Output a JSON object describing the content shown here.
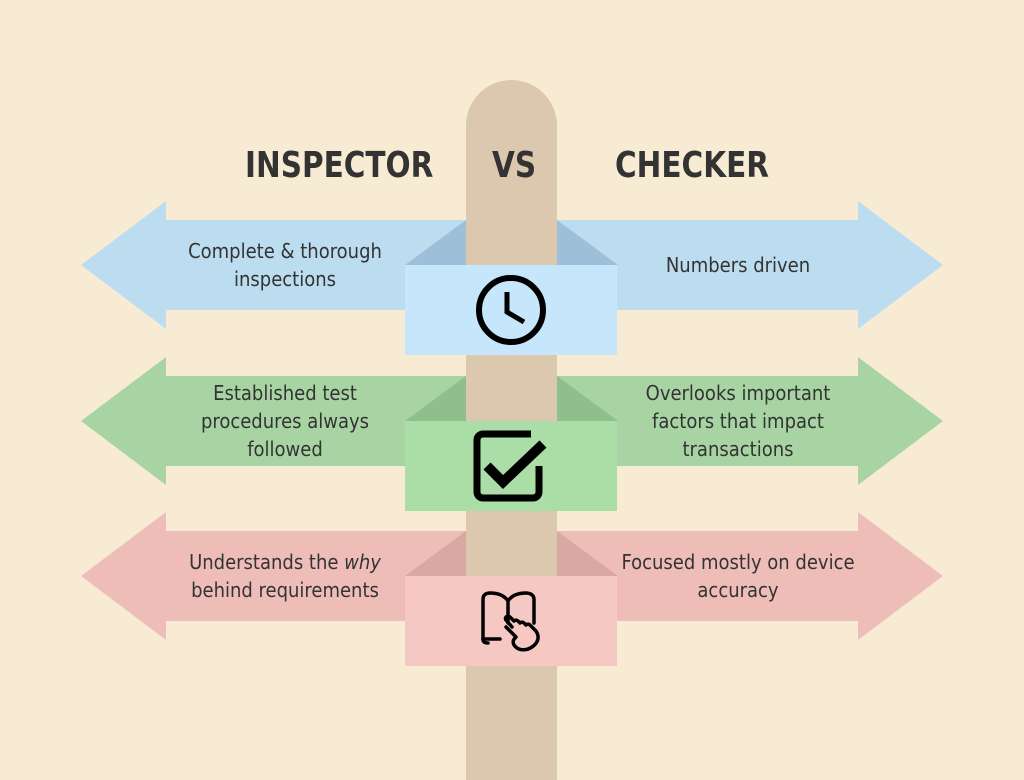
{
  "header": {
    "left_title": "INSPECTOR",
    "center_title": "VS",
    "right_title": "CHECKER"
  },
  "colors": {
    "background": "#f7ecd3",
    "post": "#dbc8ae",
    "text": "#333333",
    "blue_band": "#bcdcf0",
    "blue_fold": "#9dc0d8",
    "blue_icon_box": "#c6e6fc",
    "green_band": "#a8d4a4",
    "green_fold": "#8fbf8a",
    "green_icon_box": "#abdea6",
    "pink_band": "#efbdb8",
    "pink_fold": "#d9a8a3",
    "pink_icon_box": "#f6c8c4"
  },
  "rows": [
    {
      "icon": "clock-icon",
      "inspector": "Complete & thorough inspections",
      "checker": "Numbers driven"
    },
    {
      "icon": "checkbox-checked-icon",
      "inspector": "Established test procedures always followed",
      "checker": "Overlooks important factors that impact transactions"
    },
    {
      "icon": "book-pointer-icon",
      "inspector_pre": "Understands the ",
      "inspector_em": "why",
      "inspector_post": " behind requirements",
      "checker": "Focused mostly on device accuracy"
    }
  ]
}
